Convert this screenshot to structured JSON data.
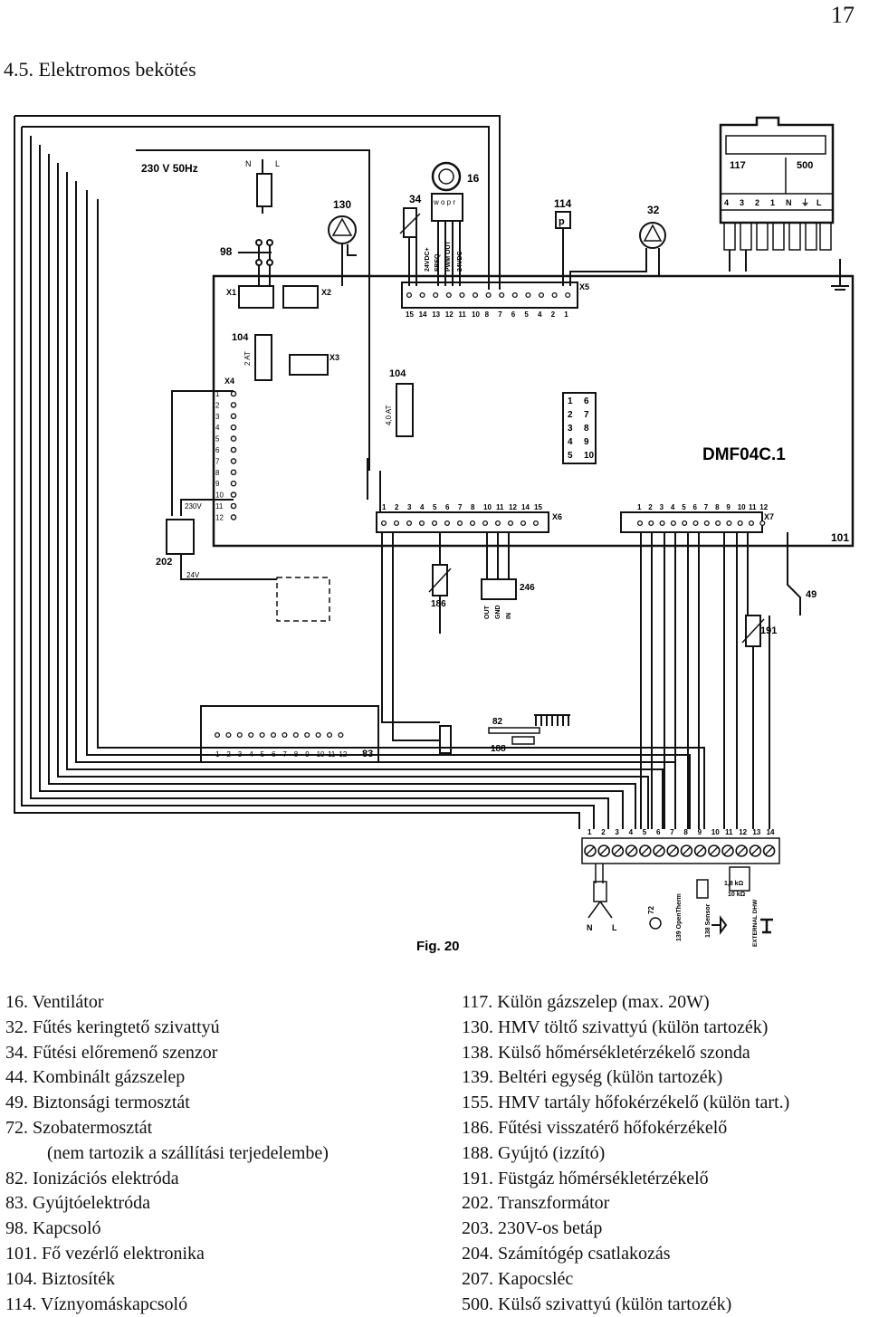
{
  "page_number": "17",
  "section_title": "4.5. Elektromos bekötés",
  "diagram": {
    "figure_caption": "Fig. 20",
    "supply_label": "230 V  50Hz",
    "board_label": "DMF04C.1",
    "board_number": "101",
    "switch_number": "98",
    "pump_130": "130",
    "sensor_34": "34",
    "fan_16": "16",
    "fan_pins": "w o p r",
    "gas_valve_114": "114",
    "pump_32": "32",
    "ext_module_117": "117",
    "ext_module_500": "500",
    "ext_module_pins": [
      "4",
      "3",
      "2",
      "1",
      "N",
      "⏚",
      "L"
    ],
    "connector_x1": "X1",
    "connector_x2": "X2",
    "connector_x3": "X3",
    "connector_x4": "X4",
    "connector_x5": "X5",
    "connector_x6": "X6",
    "connector_x7": "X7",
    "fuse_104a": "104",
    "fuse_104a_rating": "2 AT",
    "fuse_104b": "104",
    "fuse_104b_rating": "4,0 AT",
    "x4_pins": [
      "1",
      "2",
      "3",
      "4",
      "5",
      "6",
      "7",
      "8",
      "9",
      "10",
      "11",
      "12"
    ],
    "x5_pins": [
      "15",
      "14",
      "13",
      "12",
      "11",
      "10",
      "8",
      "7",
      "6",
      "5",
      "4",
      "2",
      "1"
    ],
    "x5_signals": [
      "24VDC+",
      "FREQ",
      "PWM OUT",
      "24VDC-"
    ],
    "x6_pins": [
      "1",
      "2",
      "3",
      "4",
      "5",
      "6",
      "7",
      "8",
      "10",
      "11",
      "12",
      "14",
      "15"
    ],
    "x7_pins": [
      "1",
      "2",
      "3",
      "4",
      "5",
      "6",
      "7",
      "8",
      "9",
      "10",
      "11",
      "12"
    ],
    "x4b_pins_left": [
      "1",
      "2",
      "3",
      "4",
      "5"
    ],
    "x4b_pins_right": [
      "6",
      "7",
      "8",
      "9",
      "10"
    ],
    "transformer_202": "202",
    "tr_230v": "230V",
    "tr_24v": "24V",
    "sensor_186": "186",
    "comm_246": "246",
    "comm_pins": [
      "OUT",
      "GND",
      "IN"
    ],
    "thermostat_49": "49",
    "sensor_191": "191",
    "terminal_83": "83",
    "electrode_82": "82",
    "electrode_188": "188",
    "strip_83_pins": [
      "1",
      "2",
      "3",
      "4",
      "5",
      "6",
      "7",
      "8",
      "9",
      "10",
      "11",
      "12"
    ],
    "terminal_strip_pins": [
      "1",
      "2",
      "3",
      "4",
      "5",
      "6",
      "7",
      "8",
      "9",
      "10",
      "11",
      "12",
      "13",
      "14"
    ],
    "tstrip_labels": {
      "n": "N",
      "l": "L",
      "t72": "72",
      "t139": "139 OpenTherm",
      "t138": "138 Sensor",
      "r1": "1,8 kΩ",
      "r2": "10 kΩ",
      "ext": "EXTERNAL DHW"
    }
  },
  "legend_left": [
    {
      "text": "16.  Ventilátor",
      "indent": false
    },
    {
      "text": "32.  Fűtés keringtető szivattyú",
      "indent": false
    },
    {
      "text": "34.  Fűtési előremenő szenzor",
      "indent": false
    },
    {
      "text": "44.  Kombinált gázszelep",
      "indent": false
    },
    {
      "text": "49.  Biztonsági termosztát",
      "indent": false
    },
    {
      "text": "72.  Szobatermosztát",
      "indent": false
    },
    {
      "text": "(nem tartozik a szállítási terjedelembe)",
      "indent": true
    },
    {
      "text": "82.  Ionizációs elektróda",
      "indent": false
    },
    {
      "text": "83.  Gyújtóelektróda",
      "indent": false
    },
    {
      "text": "98.  Kapcsoló",
      "indent": false
    },
    {
      "text": "101. Fő vezérlő elektronika",
      "indent": false
    },
    {
      "text": "104. Biztosíték",
      "indent": false
    },
    {
      "text": "114. Víznyomáskapcsoló",
      "indent": false
    }
  ],
  "legend_right": [
    "117. Külön gázszelep (max. 20W)",
    "130. HMV töltő szivattyú (külön tartozék)",
    "138. Külső hőmérsékletérzékelő szonda",
    "139. Beltéri egység (külön tartozék)",
    "155. HMV tartály hőfokérzékelő (külön tart.)",
    "186. Fűtési visszatérő hőfokérzékelő",
    "188. Gyújtó (izzító)",
    "191. Füstgáz hőmérsékletérzékelő",
    "202. Transzformátor",
    "203. 230V-os betáp",
    "204. Számítógép csatlakozás",
    "207. Kapocsléc",
    "500. Külső szivattyú (külön tartozék)"
  ]
}
